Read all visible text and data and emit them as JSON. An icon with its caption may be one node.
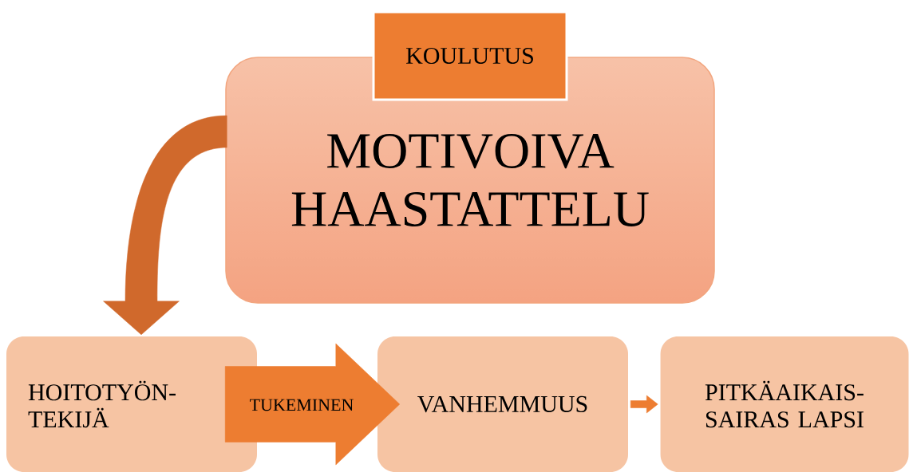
{
  "diagram": {
    "nodes": [
      {
        "text": [
          "KOULUTUS"
        ]
      },
      {
        "text": [
          "MOTIVOIVA HAASTATTELU"
        ]
      },
      {
        "text": [
          "HOITOTYÖN- TEKIJÄ"
        ]
      },
      {
        "text": [
          "VANHEMMUUS"
        ]
      },
      {
        "text": [
          "PITKÄAIKAIS- SAIRAS LAPSI"
        ]
      }
    ],
    "edges": [
      {
        "from": 1,
        "to": 2,
        "arrow": "to"
      },
      {
        "from": 2,
        "to": 3,
        "arrow": "to",
        "label": "TUKEMINEN",
        "style": "thick"
      },
      {
        "from": 3,
        "to": 4,
        "arrow": "to"
      }
    ]
  }
}
